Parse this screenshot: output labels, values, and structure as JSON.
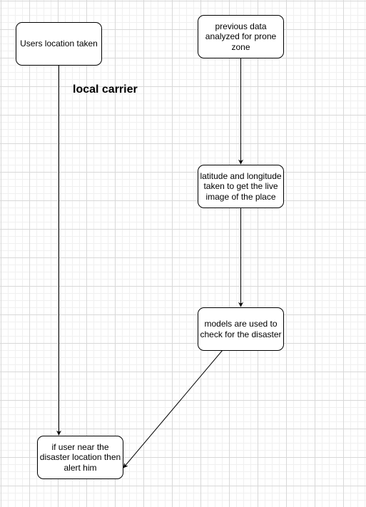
{
  "diagram": {
    "nodes": {
      "users_location": "Users location taken",
      "previous_data": "previous data analyzed for prone zone",
      "lat_long": "latitude and longitude taken to get the live image of the place",
      "models": "models are used to check for the disaster",
      "alert": "if user near the disaster location then alert him"
    },
    "labels": {
      "local_carrier": "local carrier"
    },
    "edges": [
      {
        "from": "users_location",
        "to": "alert"
      },
      {
        "from": "previous_data",
        "to": "lat_long"
      },
      {
        "from": "lat_long",
        "to": "models"
      },
      {
        "from": "models",
        "to": "alert"
      }
    ]
  },
  "colors": {
    "stroke": "#000000",
    "node_fill": "#ffffff",
    "grid": "#d8d8d8"
  }
}
